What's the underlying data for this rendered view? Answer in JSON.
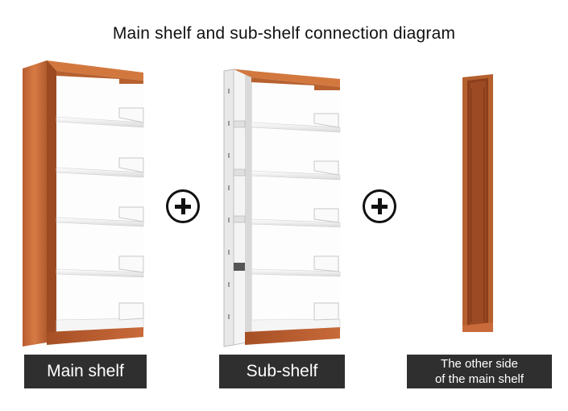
{
  "title": "Main shelf and sub-shelf connection diagram",
  "labels": {
    "main_shelf": "Main shelf",
    "sub_shelf": "Sub-shelf",
    "other_side_line1": "The other side",
    "other_side_line2": "of the main shelf"
  },
  "icons": {
    "plus_1": "plus-circle-icon",
    "plus_2": "plus-circle-icon"
  },
  "colors": {
    "wood": "#c86a3a",
    "wood_dark": "#a4532b",
    "label_bg": "#2f2f2f",
    "shelf_white": "#f3f3f3"
  }
}
